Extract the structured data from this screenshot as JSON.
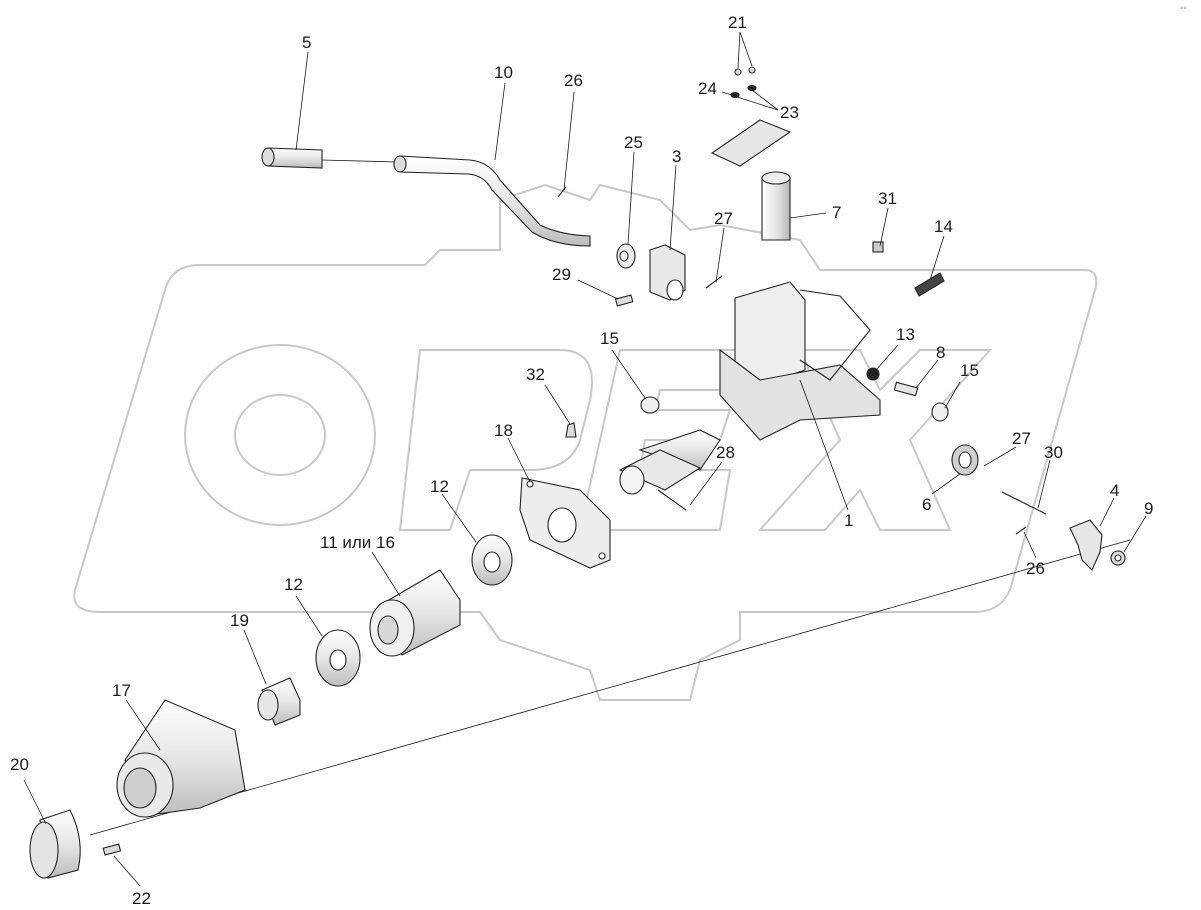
{
  "diagram": {
    "watermark": "OPEX",
    "corner_mark": "°°",
    "callouts": [
      {
        "id": "c1",
        "text": "1"
      },
      {
        "id": "c3",
        "text": "3"
      },
      {
        "id": "c4",
        "text": "4"
      },
      {
        "id": "c5",
        "text": "5"
      },
      {
        "id": "c6",
        "text": "6"
      },
      {
        "id": "c7",
        "text": "7"
      },
      {
        "id": "c8",
        "text": "8"
      },
      {
        "id": "c9",
        "text": "9"
      },
      {
        "id": "c10",
        "text": "10"
      },
      {
        "id": "c11",
        "text": "11 или 16"
      },
      {
        "id": "c12a",
        "text": "12"
      },
      {
        "id": "c12b",
        "text": "12"
      },
      {
        "id": "c13",
        "text": "13"
      },
      {
        "id": "c14",
        "text": "14"
      },
      {
        "id": "c15a",
        "text": "15"
      },
      {
        "id": "c15b",
        "text": "15"
      },
      {
        "id": "c17",
        "text": "17"
      },
      {
        "id": "c18",
        "text": "18"
      },
      {
        "id": "c19",
        "text": "19"
      },
      {
        "id": "c20",
        "text": "20"
      },
      {
        "id": "c21",
        "text": "21"
      },
      {
        "id": "c22",
        "text": "22"
      },
      {
        "id": "c23",
        "text": "23"
      },
      {
        "id": "c24",
        "text": "24"
      },
      {
        "id": "c25",
        "text": "25"
      },
      {
        "id": "c26a",
        "text": "26"
      },
      {
        "id": "c26b",
        "text": "26"
      },
      {
        "id": "c27a",
        "text": "27"
      },
      {
        "id": "c27b",
        "text": "27"
      },
      {
        "id": "c28",
        "text": "28"
      },
      {
        "id": "c29",
        "text": "29"
      },
      {
        "id": "c30",
        "text": "30"
      },
      {
        "id": "c31",
        "text": "31"
      },
      {
        "id": "c32",
        "text": "32"
      }
    ],
    "colors": {
      "ink": "#1a1a1a",
      "part_fill": "#f2f2f2",
      "part_shade": "#d9d9d9",
      "watermark": "#c8c8c8"
    }
  }
}
